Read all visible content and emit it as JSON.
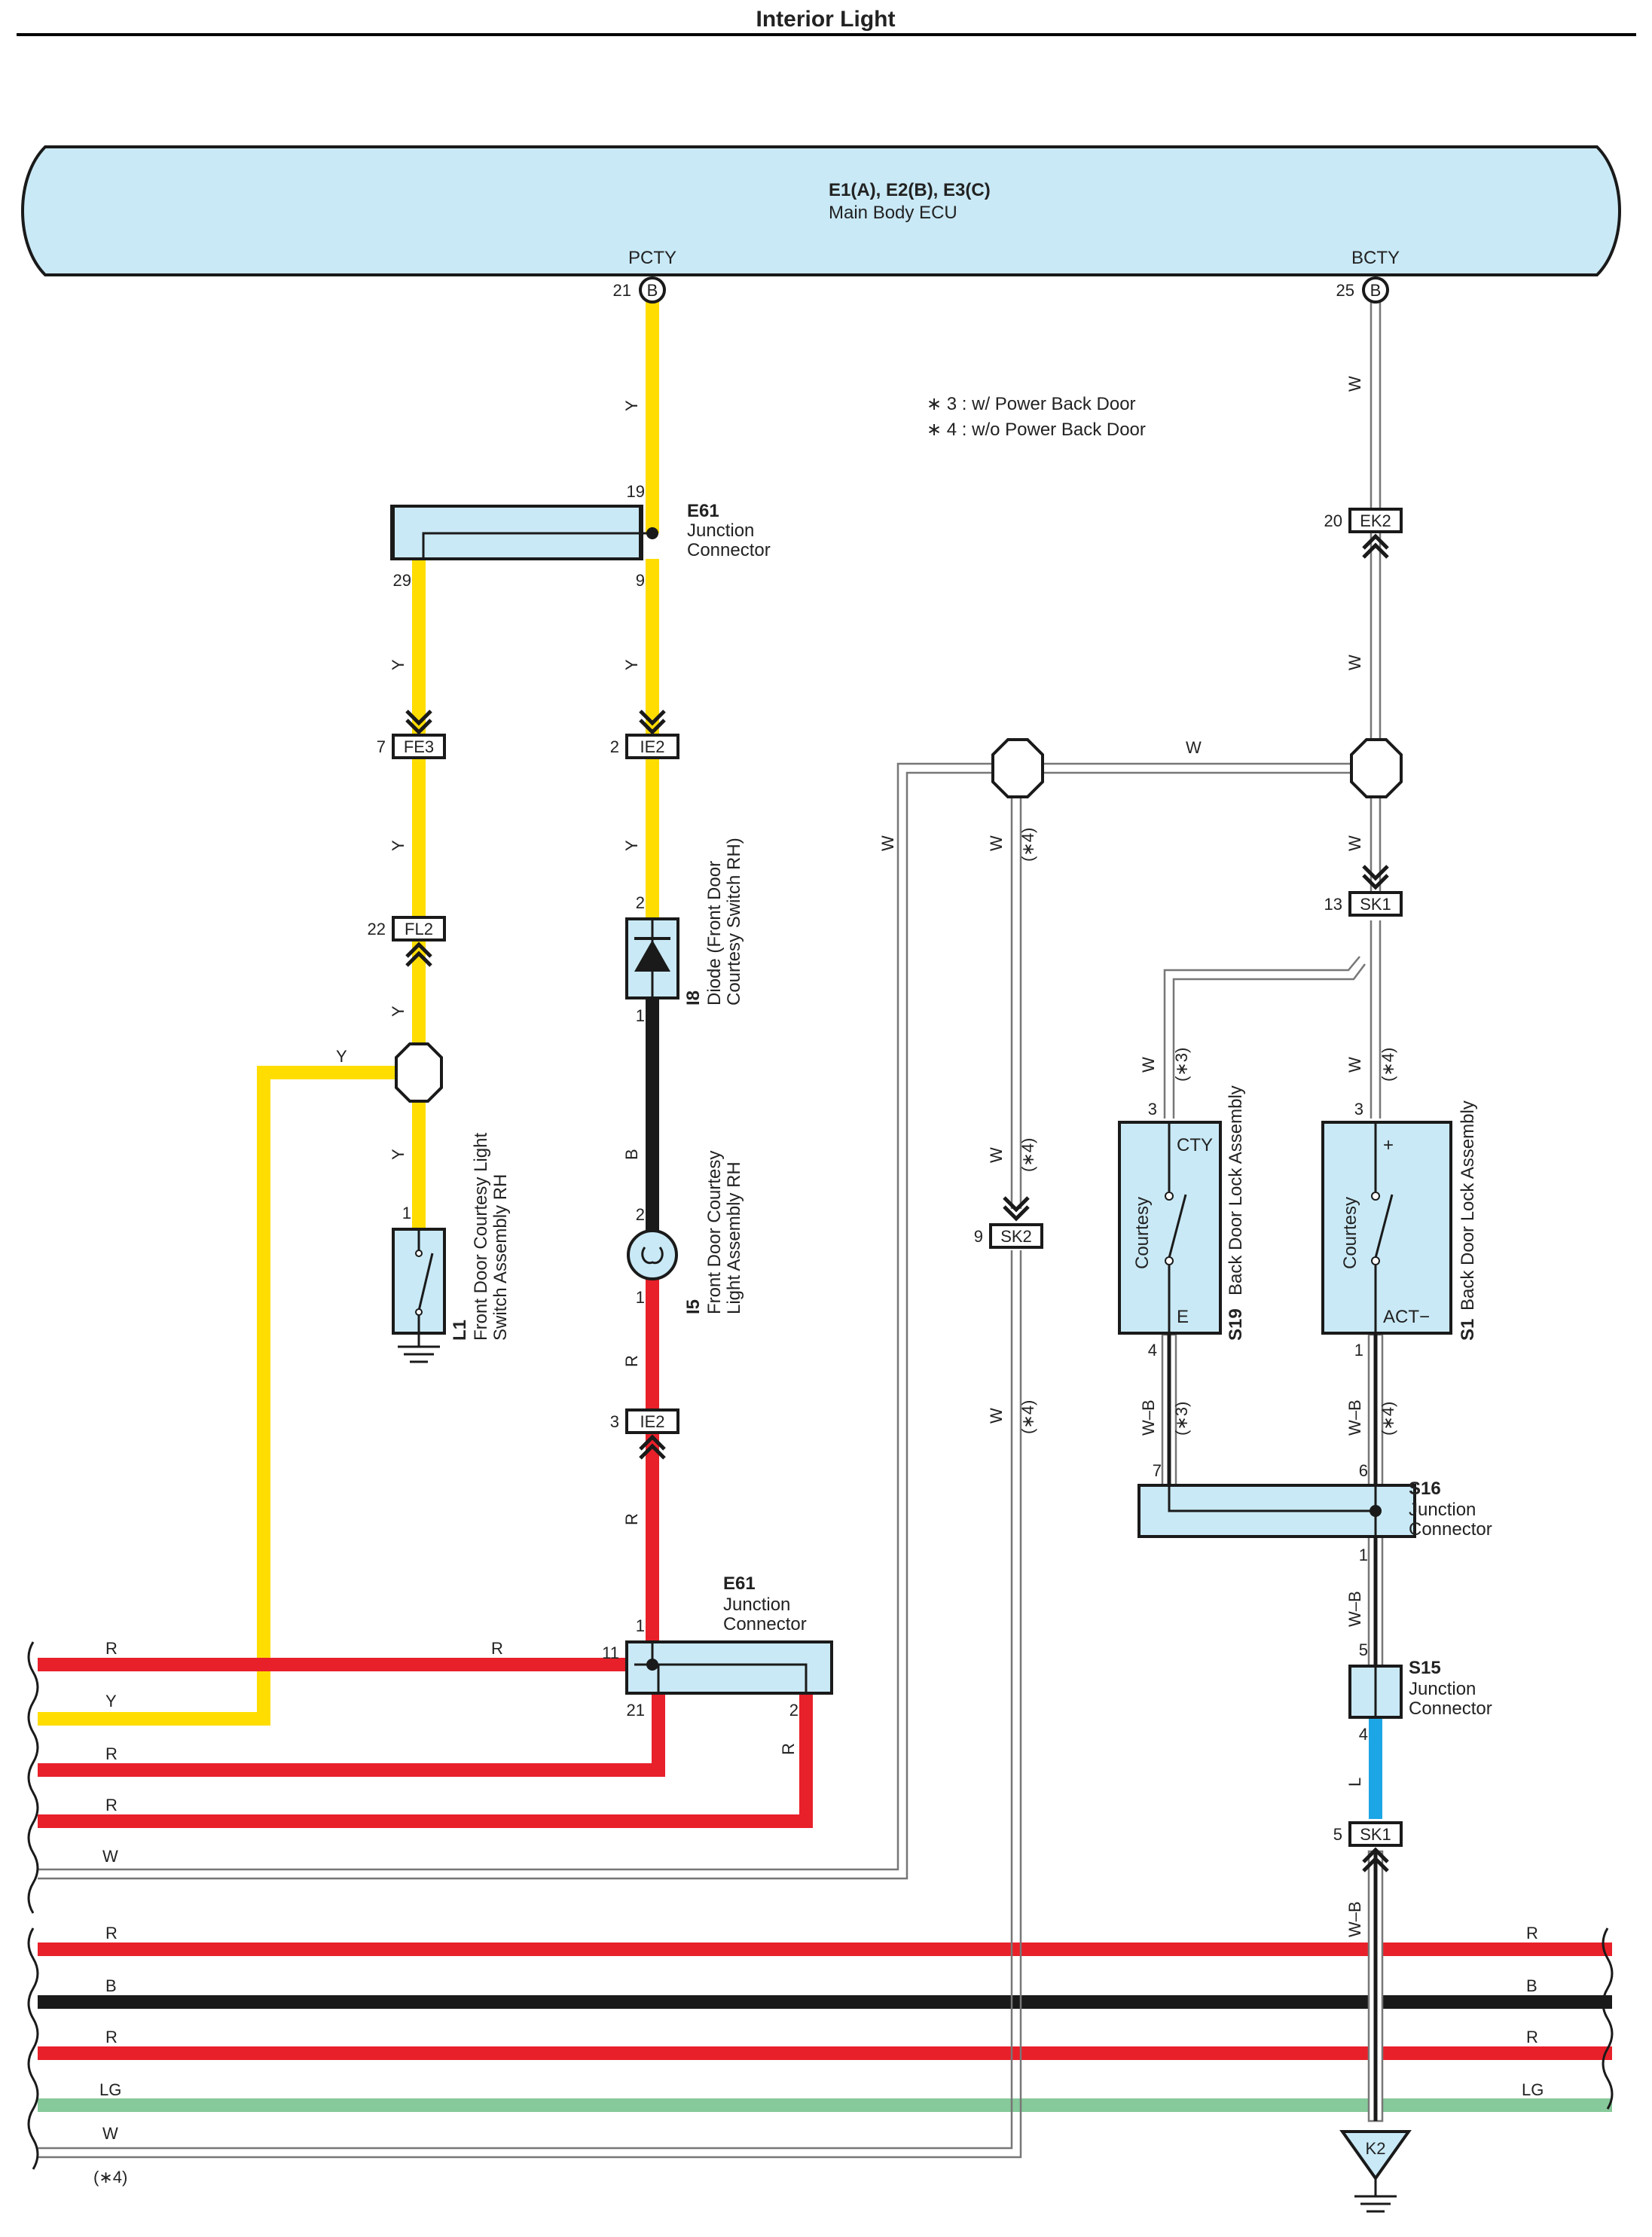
{
  "title": "Interior Light",
  "ecu": {
    "id": "E1(A), E2(B), E3(C)",
    "name": "Main Body ECU",
    "pin_pcty_name": "PCTY",
    "pin_pcty_no": "21",
    "pin_bcty_name": "BCTY",
    "pin_bcty_no": "25",
    "pin_letter": "B"
  },
  "notes": {
    "n3": "∗ 3 : w/ Power Back Door",
    "n4": "∗ 4 : w/o Power Back Door"
  },
  "e61_top": {
    "id": "E61",
    "l1": "Junction",
    "l2": "Connector",
    "p19": "19",
    "p29": "29",
    "p9": "9"
  },
  "e61_bot": {
    "id": "E61",
    "l1": "Junction",
    "l2": "Connector",
    "p1": "1",
    "p11": "11",
    "p21": "21",
    "p2": "2"
  },
  "conn": {
    "fe3": "FE3",
    "fe3_pin": "7",
    "ie2": "IE2",
    "ie2_pin": "2",
    "fl2": "FL2",
    "fl2_pin": "22",
    "ie2b": "IE2",
    "ie2b_pin": "3",
    "ek2": "EK2",
    "ek2_pin": "20",
    "sk1": "SK1",
    "sk1_pin": "13",
    "sk2": "SK2",
    "sk2_pin": "9",
    "sk1b": "SK1",
    "sk1b_pin": "5"
  },
  "i8": {
    "id": "I8",
    "l1": "Diode (Front Door",
    "l2": "Courtesy Switch RH)",
    "p2": "2",
    "p1": "1"
  },
  "i5": {
    "id": "I5",
    "l1": "Front Door Courtesy",
    "l2": "Light Assembly RH",
    "p2": "2",
    "p1": "1"
  },
  "l1": {
    "id": "L1",
    "l1": "Front Door Courtesy Light",
    "l2": "Switch Assembly RH",
    "p1": "1"
  },
  "s19": {
    "id": "S19",
    "name": "Back Door Lock Assembly",
    "top": "CTY",
    "bottom": "E",
    "inner": "Courtesy",
    "p3": "3",
    "p4": "4"
  },
  "s1": {
    "id": "S1",
    "name": "Back Door Lock Assembly",
    "top": "+",
    "bottom": "ACT−",
    "inner": "Courtesy",
    "p3": "3",
    "p1": "1"
  },
  "s16": {
    "id": "S16",
    "l1": "Junction",
    "l2": "Connector",
    "p7": "7",
    "p6": "6",
    "p1": "1"
  },
  "s15": {
    "id": "S15",
    "l1": "Junction",
    "l2": "Connector",
    "p5": "5",
    "p4": "4"
  },
  "ground": {
    "k2": "K2"
  },
  "wire": {
    "Y": "Y",
    "W": "W",
    "B": "B",
    "R": "R",
    "L": "L",
    "WB": "W–B",
    "LG": "LG",
    "star3": "(∗3)",
    "star4": "(∗4)"
  },
  "colors": {
    "Y": "#ffdd00",
    "R": "#e8202a",
    "B": "#1a1a1a",
    "L": "#1ca6e6",
    "LG": "#86c99a",
    "ecu_fill": "#c9e9f6",
    "box_fill": "#c9e9f6"
  }
}
